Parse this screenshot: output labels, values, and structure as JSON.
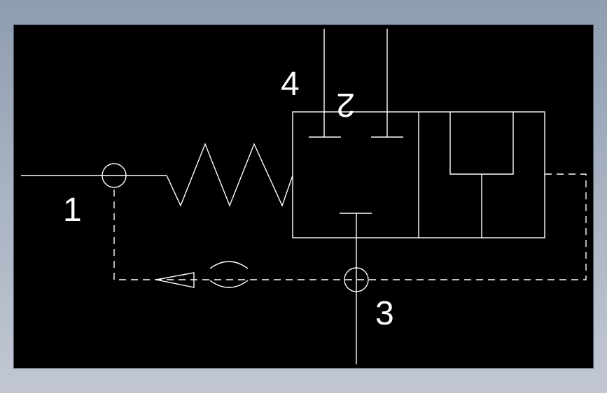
{
  "diagram": {
    "background": "#000000",
    "stroke": "#ffffff",
    "port_labels": {
      "port_1": "1",
      "port_2": "2",
      "port_3": "3",
      "port_4": "4"
    }
  }
}
